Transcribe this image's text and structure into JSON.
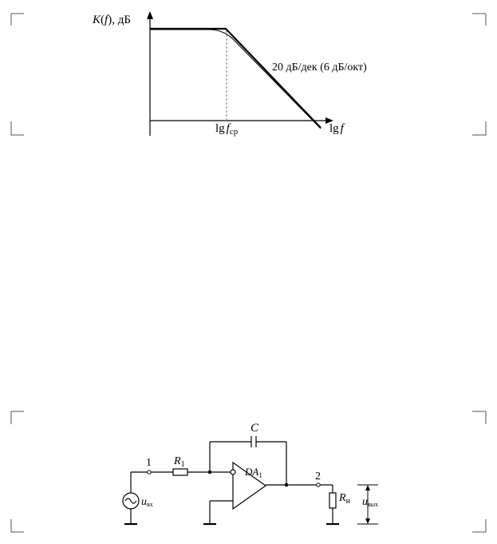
{
  "plot": {
    "y_axis_label_italic": "K",
    "y_axis_label_arg": "f",
    "y_axis_label_unit": ", дБ",
    "slope_label": "20 дБ/дек (6 дБ/окт)",
    "cutoff_label_prefix": "lg",
    "cutoff_label_var": "f",
    "cutoff_label_sub": "ср",
    "x_axis_label_prefix": "lg",
    "x_axis_label_var": "f"
  },
  "circuit": {
    "capacitor_label": "C",
    "node_1_label": "1",
    "resistor_label": "R",
    "resistor_sub": "1",
    "opamp_label": "DA",
    "opamp_sub": "1",
    "node_2_label": "2",
    "load_label": "R",
    "load_sub": "н",
    "input_label": "u",
    "input_sub": "вх",
    "output_label": "u",
    "output_sub": "вых"
  }
}
